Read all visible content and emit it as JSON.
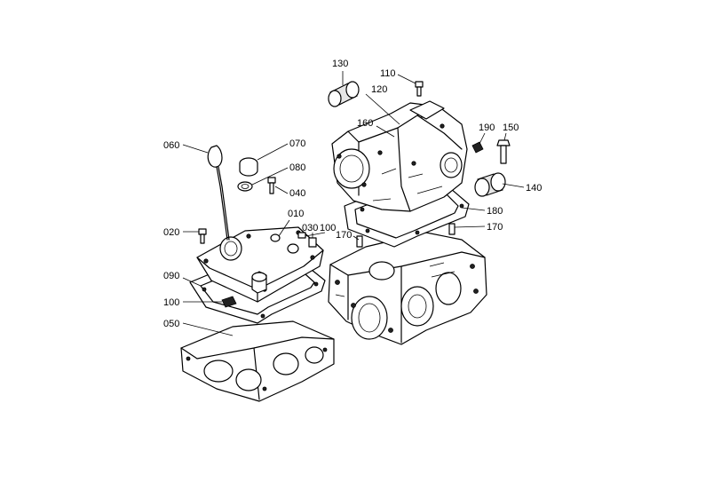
{
  "callouts": [
    {
      "id": "c130",
      "label": "130"
    },
    {
      "id": "c110",
      "label": "110"
    },
    {
      "id": "c120",
      "label": "120"
    },
    {
      "id": "c160",
      "label": "160"
    },
    {
      "id": "c190",
      "label": "190"
    },
    {
      "id": "c150",
      "label": "150"
    },
    {
      "id": "c140",
      "label": "140"
    },
    {
      "id": "c180",
      "label": "180"
    },
    {
      "id": "c170a",
      "label": "170"
    },
    {
      "id": "c170b",
      "label": "170"
    },
    {
      "id": "c060",
      "label": "060"
    },
    {
      "id": "c070",
      "label": "070"
    },
    {
      "id": "c080",
      "label": "080"
    },
    {
      "id": "c040",
      "label": "040"
    },
    {
      "id": "c010",
      "label": "010"
    },
    {
      "id": "c030",
      "label": "030"
    },
    {
      "id": "c100a",
      "label": "100"
    },
    {
      "id": "c020",
      "label": "020"
    },
    {
      "id": "c090",
      "label": "090"
    },
    {
      "id": "c100b",
      "label": "100"
    },
    {
      "id": "c050",
      "label": "050"
    }
  ]
}
